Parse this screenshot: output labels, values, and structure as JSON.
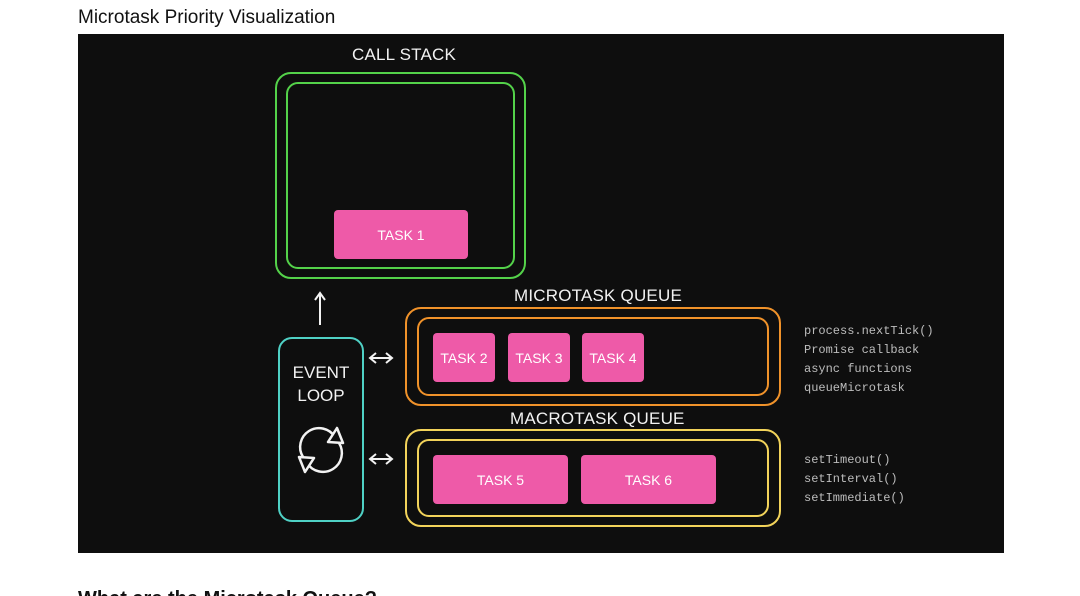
{
  "page": {
    "heading": "Microtask Priority Visualization",
    "below_text": "What are the Microtask Queue?"
  },
  "diagram": {
    "call_stack": {
      "title": "CALL STACK",
      "tasks": [
        "TASK 1"
      ],
      "color": "#54d24a"
    },
    "microtask_queue": {
      "title": "MICROTASK QUEUE",
      "tasks": [
        "TASK 2",
        "TASK 3",
        "TASK 4"
      ],
      "apis": [
        "process.nextTick()",
        "Promise callback",
        "async functions",
        "queueMicrotask"
      ],
      "color": "#f0922a"
    },
    "macrotask_queue": {
      "title": "MACROTASK QUEUE",
      "tasks": [
        "TASK 5",
        "TASK 6"
      ],
      "apis": [
        "setTimeout()",
        "setInterval()",
        "setImmediate()"
      ],
      "color": "#f2d35a"
    },
    "event_loop": {
      "line1": "EVENT",
      "line2": "LOOP",
      "icon": "refresh-cycle-icon",
      "color": "#4fd1c5"
    },
    "task_color": "#ee5aa8",
    "background": "#0e0e0e"
  }
}
